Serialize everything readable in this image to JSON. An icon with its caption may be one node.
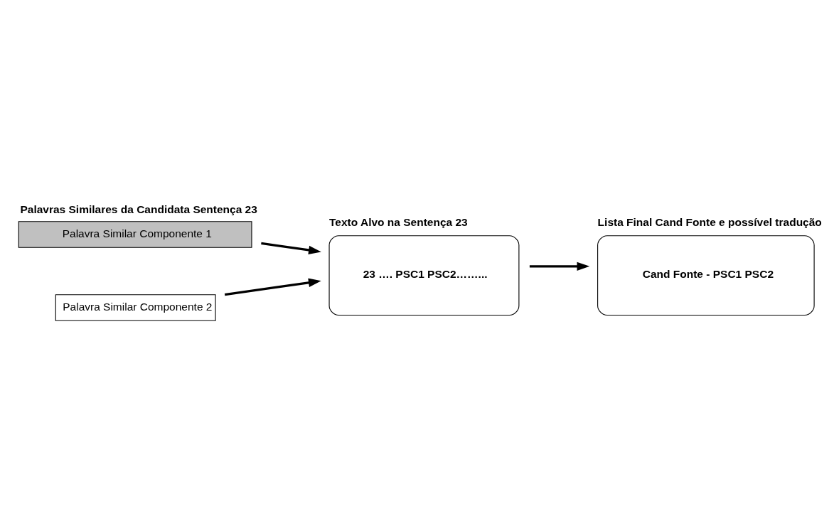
{
  "diagram": {
    "nodes": [
      {
        "text": [
          "Palavras Similares da Candidata Sentença 23",
          "Palavra Similar Componente 1"
        ]
      },
      {
        "text": [
          "Palavra Similar Componente 2"
        ]
      },
      {
        "text": [
          "Texto Alvo na Sentença 23",
          "23 …. PSC1 PSC2……..."
        ]
      },
      {
        "text": [
          "Lista Final Cand Fonte e possível tradução",
          "Cand Fonte - PSC1 PSC2"
        ]
      }
    ],
    "edges": [
      {
        "from": 0,
        "to": 2,
        "arrow": "to"
      },
      {
        "from": 1,
        "to": 2,
        "arrow": "to"
      },
      {
        "from": 2,
        "to": 3,
        "arrow": "to"
      }
    ]
  }
}
